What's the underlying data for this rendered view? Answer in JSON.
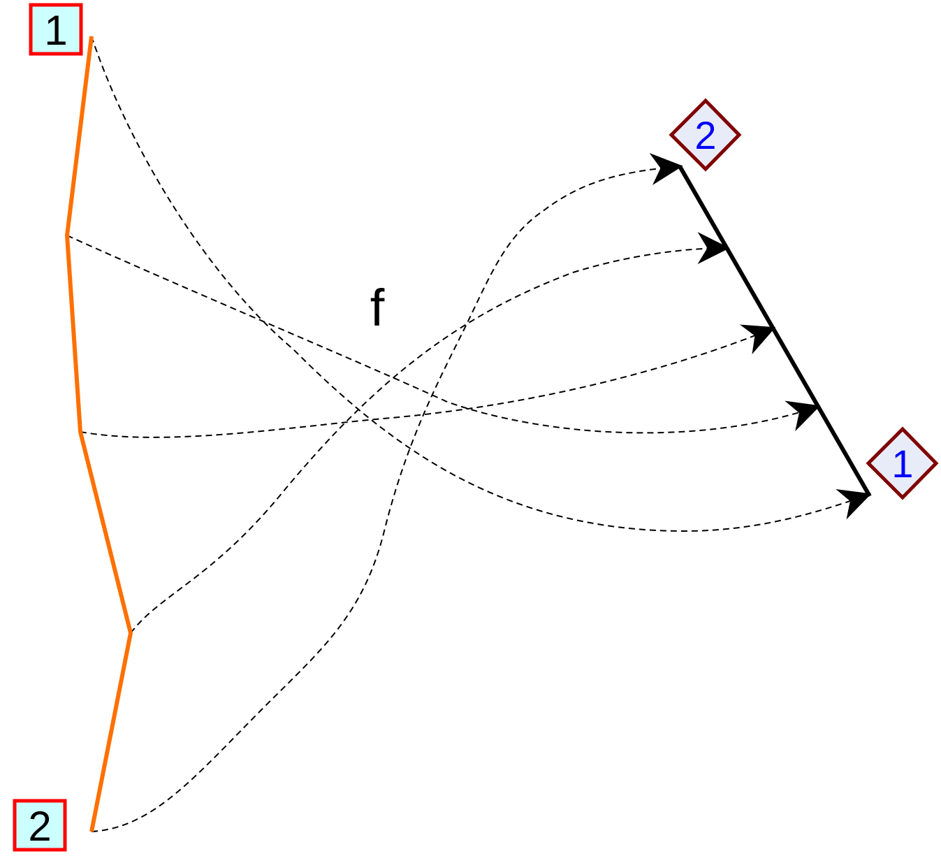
{
  "diagram": {
    "function_label": "f",
    "source_polyline": {
      "color": "#ff7000",
      "start_label": "1",
      "end_label": "2",
      "label_fill": "#ccffff",
      "label_border": "#ff0000",
      "label_text_color": "#000000"
    },
    "target_segment": {
      "color": "#000000",
      "start_label": "1",
      "end_label": "2",
      "label_fill": "#e8ecf8",
      "label_border": "#800000",
      "label_text_color": "#0000ff"
    },
    "mapping_arrows": {
      "count": 5,
      "style": "dashed",
      "color": "#000000"
    }
  }
}
